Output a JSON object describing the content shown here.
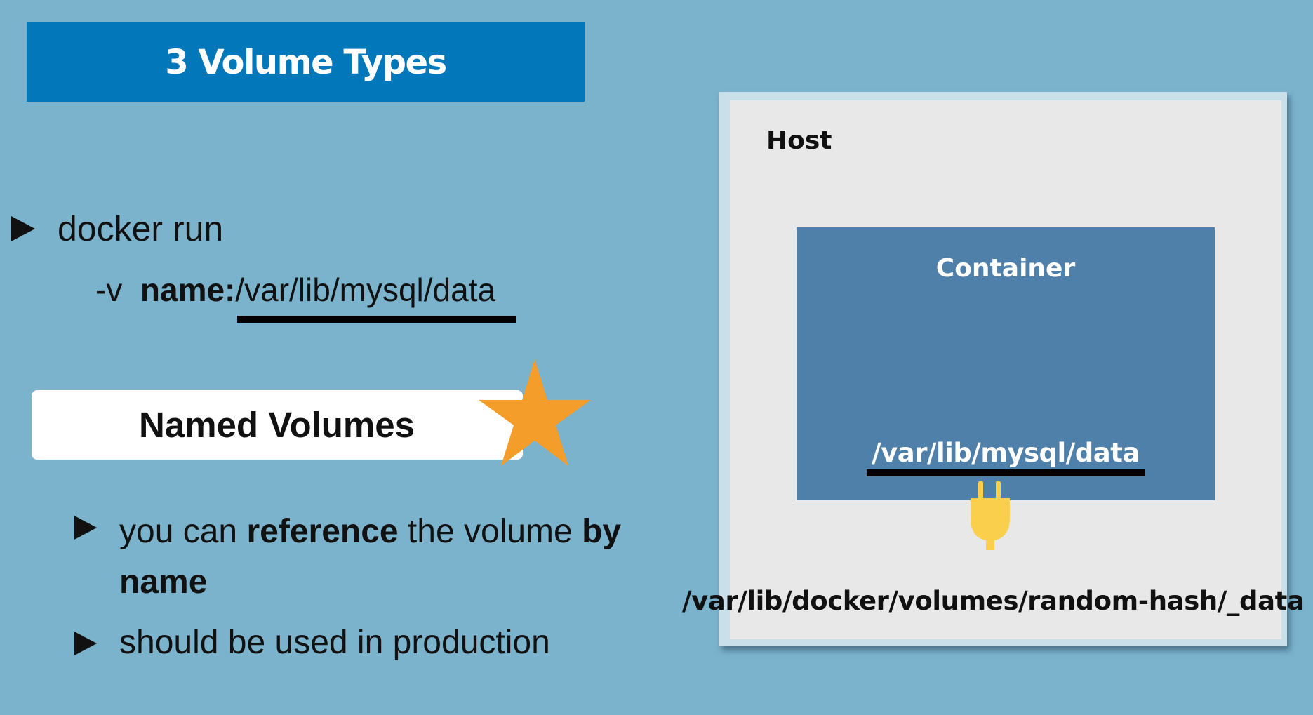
{
  "slide": {
    "title": "3 Volume Types"
  },
  "command": {
    "line1": "docker run",
    "flag": "-v",
    "name_part": "name:",
    "path_part": "/var/lib/mysql/data"
  },
  "named_volumes": {
    "label": "Named Volumes",
    "star_color": "#f49d2a"
  },
  "bullets": {
    "b1_part1": "you can ",
    "b1_bold1": "reference",
    "b1_part2": " the volume ",
    "b1_bold2": "by name",
    "b2": "should be used in production"
  },
  "diagram": {
    "host_label": "Host",
    "container_label": "Container",
    "container_path": "/var/lib/mysql/data",
    "host_path": "/var/lib/docker/volumes/random-hash/_data",
    "plug_color": "#f9cf4b",
    "container_color": "#4f80aa"
  },
  "colors": {
    "background": "#7bb2cc",
    "title_bar": "#0277b9"
  }
}
